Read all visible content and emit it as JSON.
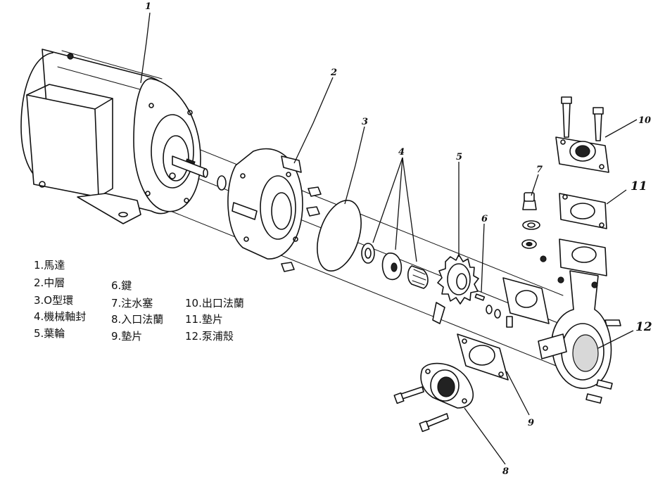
{
  "callouts": [
    {
      "id": "1",
      "text": "1"
    },
    {
      "id": "2",
      "text": "2"
    },
    {
      "id": "3",
      "text": "3"
    },
    {
      "id": "4",
      "text": "4"
    },
    {
      "id": "5",
      "text": "5"
    },
    {
      "id": "6",
      "text": "6"
    },
    {
      "id": "7",
      "text": "7"
    },
    {
      "id": "8",
      "text": "8"
    },
    {
      "id": "9",
      "text": "9"
    },
    {
      "id": "10",
      "text": "10"
    },
    {
      "id": "11",
      "text": "11"
    },
    {
      "id": "12",
      "text": "12"
    }
  ],
  "legend": {
    "col1": [
      "1.馬達",
      "2.中層",
      "3.O型環",
      "4.機械軸封",
      "5.葉輪"
    ],
    "col2": [
      "6.鍵",
      "7.注水塞",
      "8.入口法蘭",
      "9.墊片"
    ],
    "col3": [
      "10.出口法蘭",
      "11.墊片",
      "12.泵浦殼"
    ]
  }
}
